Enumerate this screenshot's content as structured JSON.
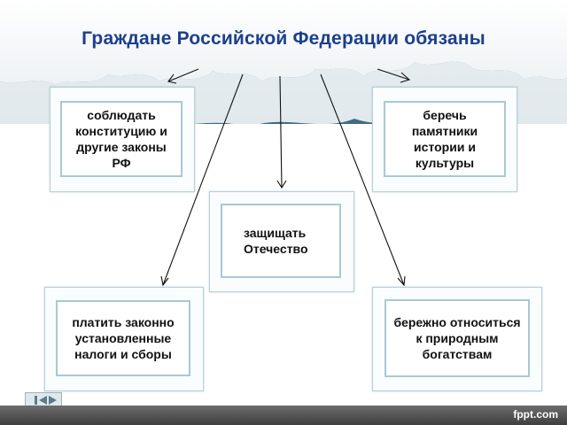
{
  "title": "Граждане Российской Федерации обязаны",
  "boxes": {
    "top_left": "соблюдать конституцию и другие законы РФ",
    "top_right": "беречь памятники истории и культуры",
    "middle": "защищать Отечество",
    "bottom_left": "платить законно установленные налоги и сборы",
    "bottom_right": "бережно относиться к природным богатствам"
  },
  "footer": {
    "logo": "fppt.com"
  },
  "colors": {
    "title": "#1c3f8e",
    "frame_border": "#a9c8d4",
    "sky_top": "#3e6e84",
    "footer": "#4a4a4a"
  },
  "icons": {
    "nav": "slide-nav-icon"
  }
}
